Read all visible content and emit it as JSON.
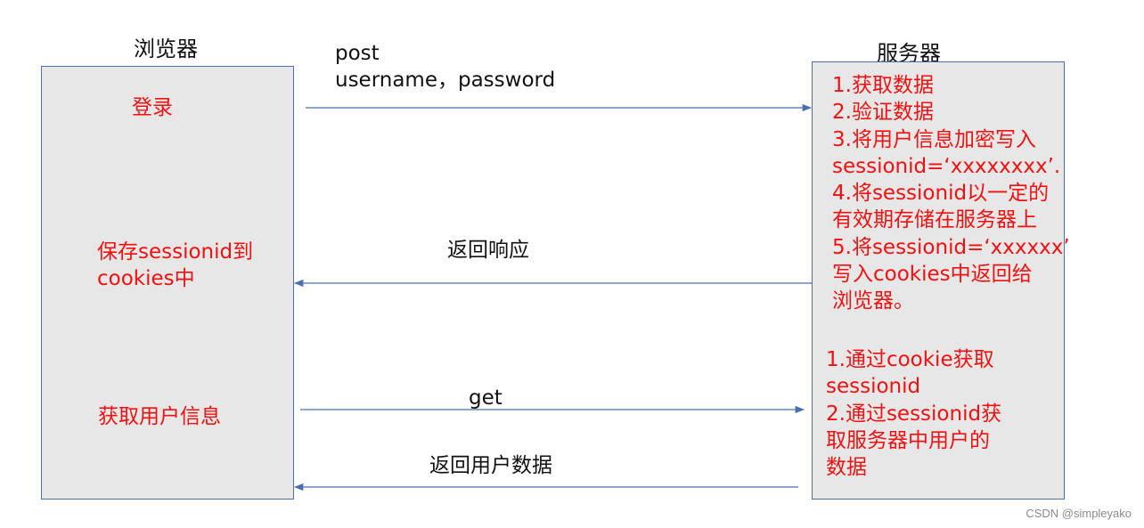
{
  "browser": {
    "title": "浏览器",
    "steps": [
      [
        "登录"
      ],
      [
        "保存sessionid到",
        "cookies中"
      ],
      [
        "获取用户信息"
      ]
    ]
  },
  "server": {
    "title": "服务器",
    "login_steps": [
      "1.获取数据",
      "2.验证数据",
      "3.将用户信息加密写入",
      "sessionid=‘xxxxxxxx’.",
      "4.将sessionid以一定的",
      "有效期存储在服务器上",
      "5.将sessionid=‘xxxxxx’",
      "写入cookies中返回给",
      "浏览器。"
    ],
    "get_steps": [
      "1.通过cookie获取",
      "sessionid",
      "2.通过sessionid获",
      "取服务器中用户的",
      "数据"
    ]
  },
  "messages": {
    "post_line1": "post",
    "post_line2": "username，password",
    "response": "返回响应",
    "get": "get",
    "user_data": "返回用户数据"
  },
  "colors": {
    "arrow": "#4a6fb0",
    "box_fill": "#e7e7e7",
    "highlight_text": "#f01010"
  },
  "watermark": "CSDN @simpleyako"
}
